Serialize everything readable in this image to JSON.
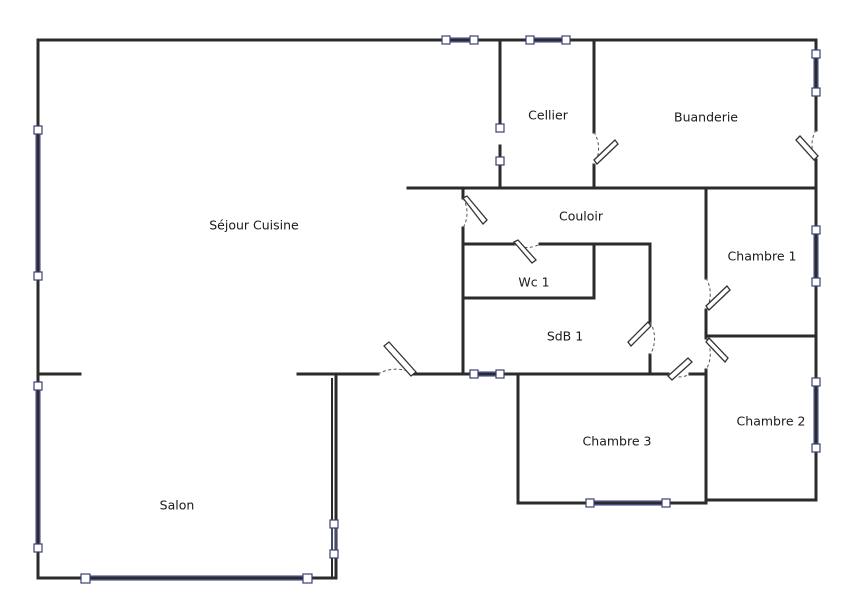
{
  "rooms": {
    "sejour_cuisine": "Séjour Cuisine",
    "cellier": "Cellier",
    "buanderie": "Buanderie",
    "couloir": "Couloir",
    "wc1": "Wc 1",
    "chambre1": "Chambre 1",
    "sdb1": "SdB 1",
    "chambre2": "Chambre 2",
    "chambre3": "Chambre 3",
    "salon": "Salon"
  }
}
